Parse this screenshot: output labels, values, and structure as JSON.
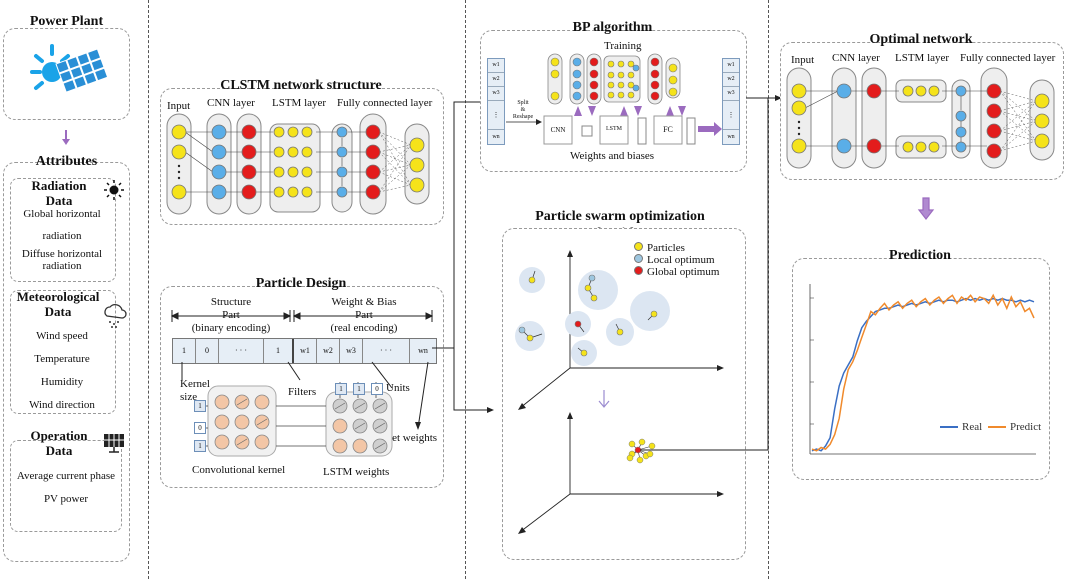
{
  "power_plant": {
    "title": "Power Plant",
    "attributes_title": "Attributes",
    "radiation": {
      "title_line1": "Radiation",
      "title_line2": "Data",
      "item1_line1": "Global horizontal",
      "item1_line2": "radiation",
      "item2_line1": "Diffuse horizontal",
      "item2_line2": "radiation"
    },
    "meteorological": {
      "title_line1": "Meteorological",
      "title_line2": "Data",
      "items": [
        "Wind speed",
        "Temperature",
        "Humidity",
        "Wind direction"
      ]
    },
    "operation": {
      "title_line1": "Operation",
      "title_line2": "Data",
      "items": [
        "Average current phase",
        "PV power"
      ]
    }
  },
  "clstm": {
    "title": "CLSTM network structure",
    "col_input": "Input",
    "col_cnn": "CNN layer",
    "col_lstm": "LSTM layer",
    "col_fc": "Fully connected layer"
  },
  "particle_design": {
    "title": "Particle Design",
    "structure_line1": "Structure",
    "structure_line2": "Part",
    "structure_line3": "(binary encoding)",
    "weight_line1": "Weight & Bias",
    "weight_line2": "Part",
    "weight_line3": "(real encoding)",
    "cells": [
      "1",
      "0",
      "· · ·",
      "1",
      "w1",
      "w2",
      "w3",
      "· · ·",
      "wn"
    ],
    "kernel_line1": "Kernel",
    "kernel_line2": "size",
    "filters": "Filters",
    "units": "Units",
    "set_weights": "Set weights",
    "conv_kernel": "Convolutional kernel",
    "lstm_weights": "LSTM weights",
    "small_cells": [
      "1",
      "0",
      "1",
      "1",
      "1",
      "0"
    ]
  },
  "bp": {
    "title": "BP algorithm",
    "training": "Training",
    "weights_biases": "Weights and biases",
    "split_reshape_line1": "Split",
    "split_reshape_line2": "&",
    "split_reshape_line3": "Reshape",
    "cnn": "CNN",
    "lstm": "LSTM",
    "fc": "FC",
    "w_cells_left": [
      "w1",
      "w2",
      "w3",
      "⋮",
      "wn"
    ],
    "w_cells_right": [
      "w1",
      "w2",
      "w3",
      "⋮",
      "wn"
    ]
  },
  "pso": {
    "title_line1": "Particle swarm optimization",
    "title_line2": "algorithm",
    "legend": [
      "Particles",
      "Local optimum",
      "Global optimum"
    ],
    "colors": {
      "particle": "#f5e31a",
      "local": "#9ec7e0",
      "global": "#e31c1c"
    }
  },
  "optimal": {
    "title": "Optimal network",
    "col_input": "Input",
    "col_cnn": "CNN layer",
    "col_lstm": "LSTM layer",
    "col_fc": "Fully connected layer"
  },
  "prediction": {
    "title": "Prediction",
    "legend_real": "Real",
    "legend_predict": "Predict",
    "real_color": "#3a6fc4",
    "predict_color": "#f08a2c"
  },
  "chart_data": {
    "type": "line",
    "x": [
      0,
      1,
      2,
      3,
      4,
      5,
      6,
      7,
      8,
      9,
      10,
      11,
      12,
      13,
      14,
      15,
      16,
      17,
      18,
      19,
      20,
      21,
      22,
      23,
      24,
      25,
      26,
      27,
      28,
      29,
      30,
      31,
      32,
      33,
      34,
      35,
      36,
      37,
      38,
      39,
      40,
      41,
      42,
      43,
      44,
      45,
      46,
      47,
      48,
      49
    ],
    "series": [
      {
        "name": "Real",
        "values": [
          0.02,
          0.03,
          0.02,
          0.05,
          0.1,
          0.28,
          0.42,
          0.5,
          0.55,
          0.6,
          0.7,
          0.78,
          0.82,
          0.85,
          0.88,
          0.89,
          0.9,
          0.9,
          0.91,
          0.92,
          0.91,
          0.92,
          0.93,
          0.92,
          0.93,
          0.94,
          0.93,
          0.94,
          0.95,
          0.94,
          0.95,
          0.95,
          0.94,
          0.95,
          0.96,
          0.95,
          0.96,
          0.95,
          0.96,
          0.95,
          0.96,
          0.95,
          0.96,
          0.95,
          0.95,
          0.94,
          0.95,
          0.94,
          0.95,
          0.94
        ]
      },
      {
        "name": "Predict",
        "values": [
          0.03,
          0.02,
          0.04,
          0.03,
          0.06,
          0.12,
          0.22,
          0.4,
          0.52,
          0.57,
          0.64,
          0.72,
          0.8,
          0.88,
          0.86,
          0.9,
          0.93,
          0.89,
          0.92,
          0.94,
          0.9,
          0.93,
          0.95,
          0.91,
          0.94,
          0.96,
          0.92,
          0.95,
          0.97,
          0.93,
          0.96,
          0.98,
          0.93,
          0.97,
          0.95,
          0.98,
          0.94,
          0.97,
          0.96,
          0.93,
          0.98,
          0.92,
          0.96,
          0.9,
          0.97,
          0.91,
          0.94,
          0.88,
          0.9,
          0.84
        ]
      }
    ],
    "ylim": [
      0,
      1.05
    ],
    "grid": false,
    "legend": "bottom-right"
  }
}
